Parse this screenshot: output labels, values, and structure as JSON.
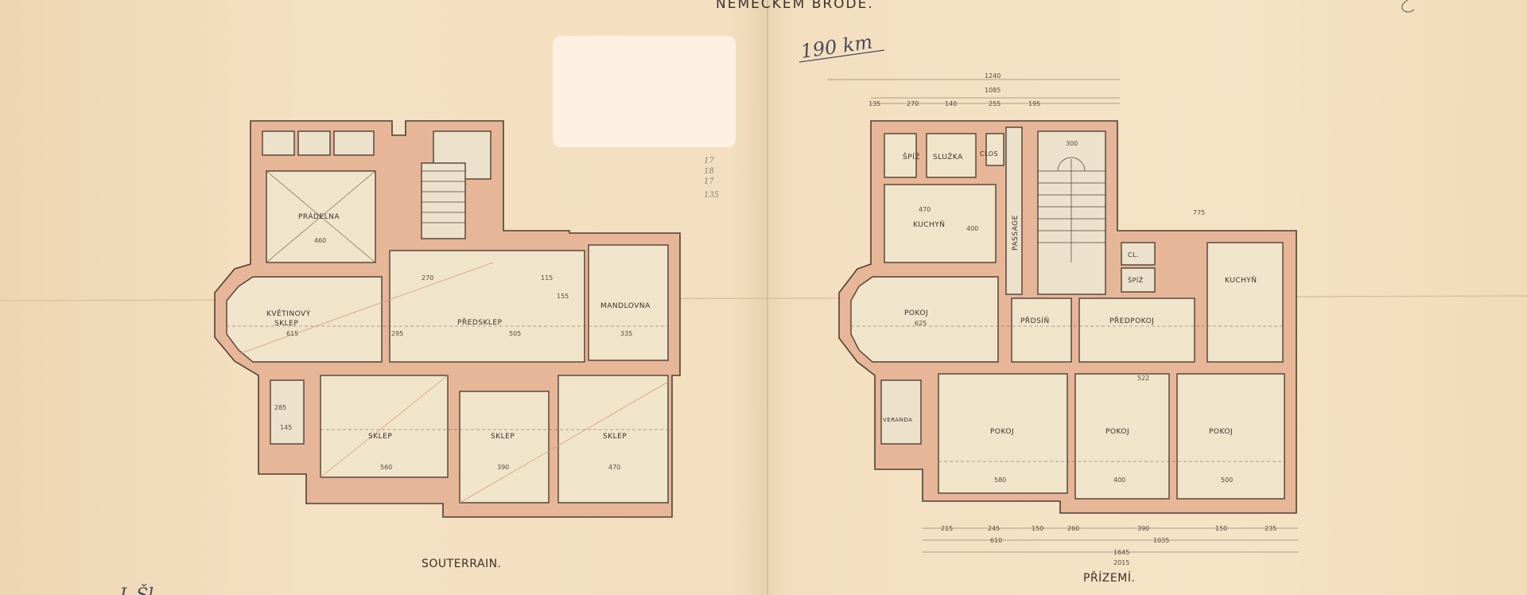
{
  "sheet": {
    "header_title": "NĚMECKÉM BRODĚ.",
    "handwritten_note": "190 km",
    "pencil_notes": [
      "17",
      "18",
      "17",
      "135"
    ],
    "signature": "J. Šl"
  },
  "souterrain": {
    "title": "SOUTERRAIN.",
    "rooms": {
      "pradelna": "PRÁDELNA",
      "kvetinovy_sklep_1": "KVĚTINOVÝ",
      "kvetinovy_sklep_2": "SKLEP",
      "predsklep": "PŘEDSKLEP",
      "mandlovna": "MANDLOVNA",
      "sklep_1": "SKLEP",
      "sklep_2": "SKLEP",
      "sklep_3": "SKLEP"
    },
    "dimensions": [
      "460",
      "615",
      "295",
      "505",
      "335",
      "560",
      "390",
      "470",
      "145",
      "285",
      "270",
      "115",
      "155"
    ]
  },
  "prizemi": {
    "title": "PŘÍZEMÍ.",
    "rooms": {
      "spiz_1": "ŠPÍŽ",
      "sluzka": "SLUŽKA",
      "clos": "CLOS",
      "kuchyn_1": "KUCHYŇ",
      "passage": "PASSAGE",
      "pokoj_1": "POKOJ",
      "predsin": "PŘDSÍŇ",
      "predpokoj": "PŘEDPOKOJ",
      "cl": "CL.",
      "spiz_2": "ŠPÍŽ",
      "kuchyn_2": "KUCHYŇ",
      "veranda": "VERANDA",
      "pokoj_2": "POKOJ",
      "pokoj_3": "POKOJ",
      "pokoj_4": "POKOJ"
    },
    "dimensions_top": [
      "1240",
      "1085",
      "135",
      "270",
      "140",
      "255",
      "195"
    ],
    "dimensions_bottom": [
      "215",
      "245",
      "150",
      "260",
      "390",
      "150",
      "235",
      "610",
      "1035",
      "1645",
      "2015"
    ],
    "dimensions_inner": [
      "470",
      "400",
      "625",
      "300",
      "580",
      "400",
      "500",
      "775",
      "522"
    ]
  }
}
